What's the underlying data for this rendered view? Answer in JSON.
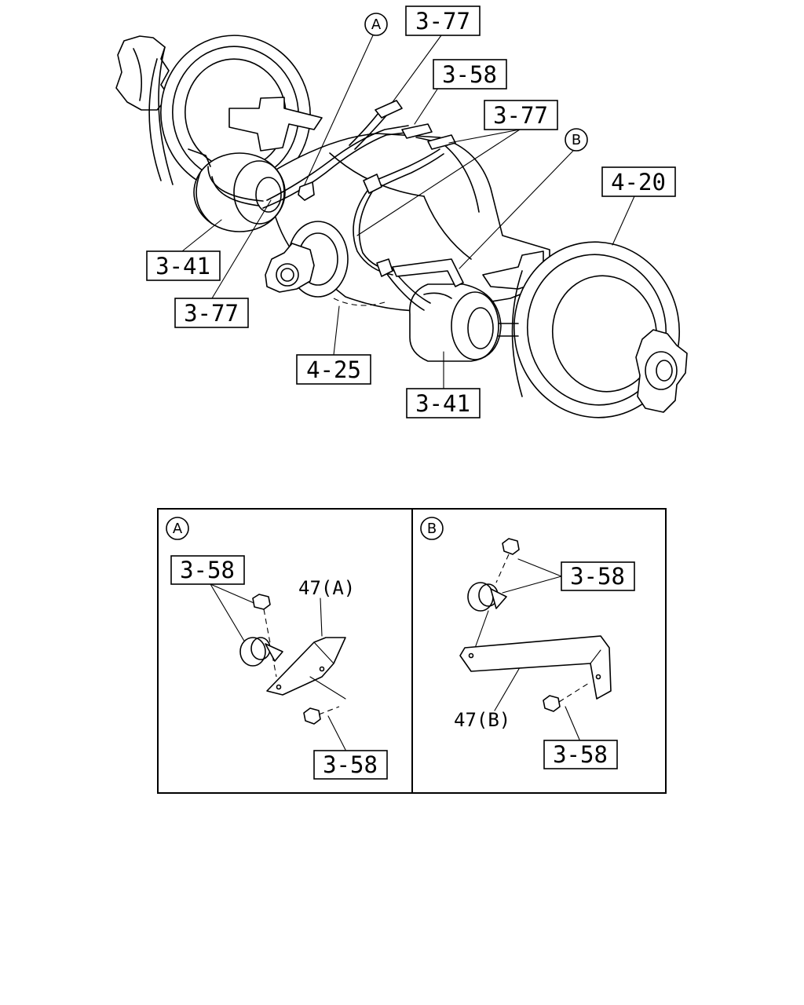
{
  "callouts": {
    "ref_3_77_top": "3-77",
    "ref_3_58_top": "3-58",
    "ref_3_77_mid": "3-77",
    "ref_4_20": "4-20",
    "ref_3_41_left": "3-41",
    "ref_3_77_left": "3-77",
    "ref_4_25": "4-25",
    "ref_3_41_bottom": "3-41",
    "marker_a": "A",
    "marker_b": "B"
  },
  "detail_a": {
    "marker": "A",
    "ref_3_58_upper": "3-58",
    "part_label": "47(A)",
    "ref_3_58_lower": "3-58"
  },
  "detail_b": {
    "marker": "B",
    "ref_3_58_upper": "3-58",
    "part_label": "47(B)",
    "ref_3_58_lower": "3-58"
  }
}
